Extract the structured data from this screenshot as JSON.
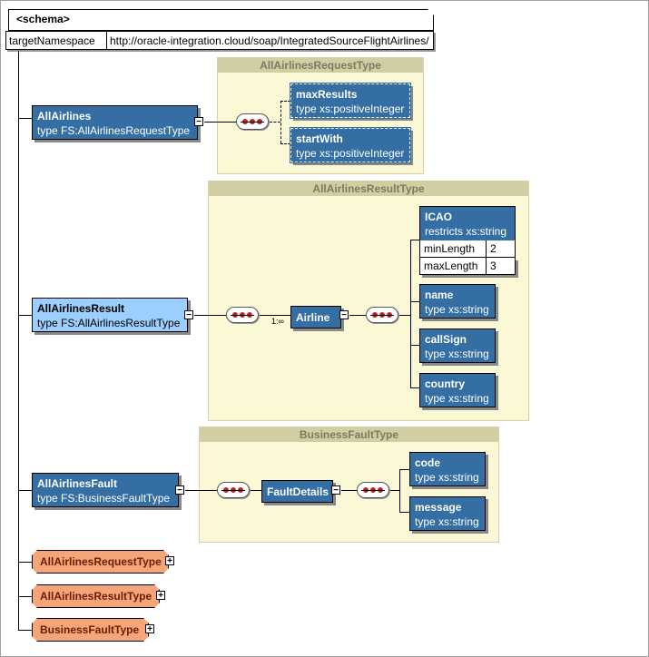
{
  "schema": {
    "title": "<schema>",
    "ns_key": "targetNamespace",
    "ns_value": "http://oracle-integration.cloud/soap/IntegratedSourceFlightAirlines/"
  },
  "all_airlines": {
    "name": "AllAirlines",
    "type": "type FS:AllAirlinesRequestType",
    "group_title": "AllAirlinesRequestType",
    "children": [
      {
        "name": "maxResults",
        "type": "type xs:positiveInteger"
      },
      {
        "name": "startWith",
        "type": "type xs:positiveInteger"
      }
    ]
  },
  "all_airlines_result": {
    "name": "AllAirlinesResult",
    "type": "type FS:AllAirlinesResultType",
    "group_title": "AllAirlinesResultType",
    "airline": "Airline",
    "multiplicity": "1:∞",
    "icao": {
      "name": "ICAO",
      "restricts": "restricts xs:string",
      "facets": [
        {
          "key": "minLength",
          "value": "2"
        },
        {
          "key": "maxLength",
          "value": "3"
        }
      ]
    },
    "children": [
      {
        "name": "name",
        "type": "type xs:string"
      },
      {
        "name": "callSign",
        "type": "type xs:string"
      },
      {
        "name": "country",
        "type": "type xs:string"
      }
    ]
  },
  "all_airlines_fault": {
    "name": "AllAirlinesFault",
    "type": "type FS:BusinessFaultType",
    "group_title": "BusinessFaultType",
    "fault_details": "FaultDetails",
    "children": [
      {
        "name": "code",
        "type": "type xs:string"
      },
      {
        "name": "message",
        "type": "type xs:string"
      }
    ]
  },
  "complex_types": [
    "AllAirlinesRequestType",
    "AllAirlinesResultType",
    "BusinessFaultType"
  ],
  "colors": {
    "element": "#346ea3",
    "selected": "#9ccfff",
    "group_bg": "#fbf8d6",
    "complex_type": "#f6a57a"
  }
}
